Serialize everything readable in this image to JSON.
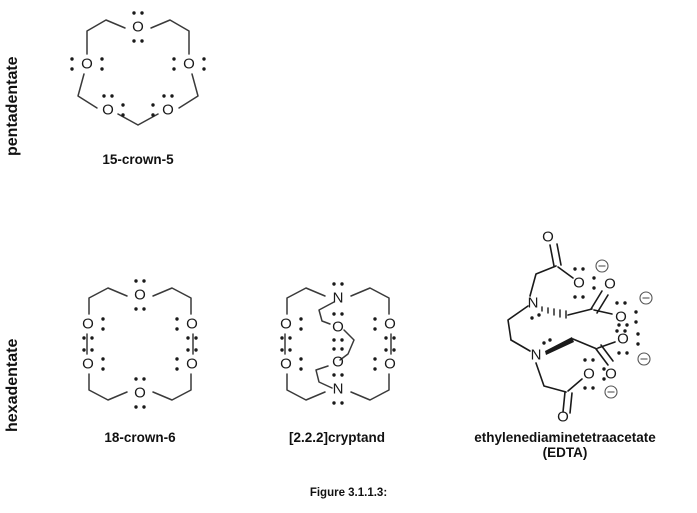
{
  "figure": {
    "caption": "Figure 3.1.1.3:",
    "background_color": "#ffffff",
    "bond_color": "#3a3a3a",
    "text_color": "#1a1a1a"
  },
  "rows": [
    {
      "id": "pentadentate",
      "label": "pentadentate"
    },
    {
      "id": "hexadentate",
      "label": "hexadentate"
    }
  ],
  "structures": [
    {
      "id": "15-crown-5",
      "caption": "15-crown-5",
      "row": "pentadentate",
      "donor_atoms": [
        "O",
        "O",
        "O",
        "O",
        "O"
      ],
      "donor_count": 5,
      "ring_size": 15
    },
    {
      "id": "18-crown-6",
      "caption": "18-crown-6",
      "row": "hexadentate",
      "donor_atoms": [
        "O",
        "O",
        "O",
        "O",
        "O",
        "O"
      ],
      "donor_count": 6,
      "ring_size": 18
    },
    {
      "id": "222-cryptand",
      "caption": "[2.2.2]cryptand",
      "row": "hexadentate",
      "donor_atoms": [
        "N",
        "O",
        "O",
        "O",
        "O",
        "N"
      ],
      "donor_count": 6,
      "bridgehead_atoms": [
        "N",
        "N"
      ]
    },
    {
      "id": "edta",
      "caption_line1": "ethylenediaminetetraacetate",
      "caption_line2": "(EDTA)",
      "row": "hexadentate",
      "donor_atoms": [
        "N",
        "N",
        "O",
        "O",
        "O",
        "O"
      ],
      "donor_count": 6,
      "charge_symbol": "⊖",
      "carboxylate_count": 4
    }
  ],
  "atom_labels": {
    "oxygen": "O",
    "nitrogen": "N",
    "negative_charge": "−"
  }
}
